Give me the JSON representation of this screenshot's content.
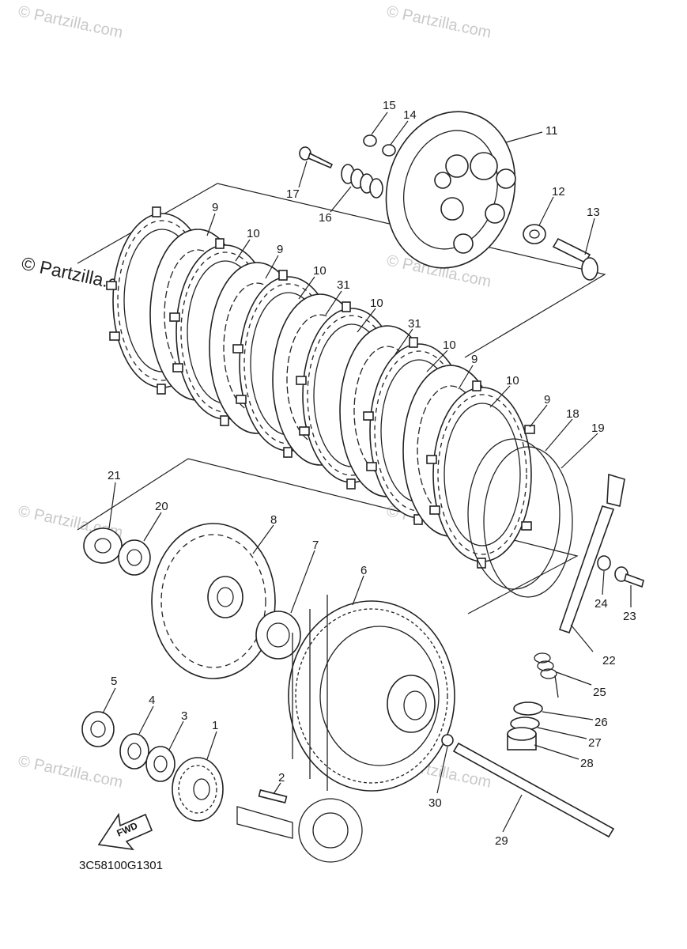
{
  "watermarks": {
    "text": "© Partzilla.com",
    "prominent": "© Partzilla.com"
  },
  "diagram_code": "3C58100G1301",
  "fwd_label": "FWD",
  "callouts": {
    "c1": "1",
    "c2": "2",
    "c3": "3",
    "c4": "4",
    "c5": "5",
    "c6": "6",
    "c7": "7",
    "c8": "8",
    "c9a": "9",
    "c9b": "9",
    "c9c": "9",
    "c9d": "9",
    "c10a": "10",
    "c10b": "10",
    "c10c": "10",
    "c10d": "10",
    "c10e": "10",
    "c11": "11",
    "c12": "12",
    "c13": "13",
    "c14": "14",
    "c15": "15",
    "c16": "16",
    "c17": "17",
    "c18": "18",
    "c19": "19",
    "c20": "20",
    "c21": "21",
    "c22": "22",
    "c23": "23",
    "c24": "24",
    "c25": "25",
    "c26": "26",
    "c27": "27",
    "c28": "28",
    "c29": "29",
    "c30": "30",
    "c31a": "31",
    "c31b": "31"
  }
}
